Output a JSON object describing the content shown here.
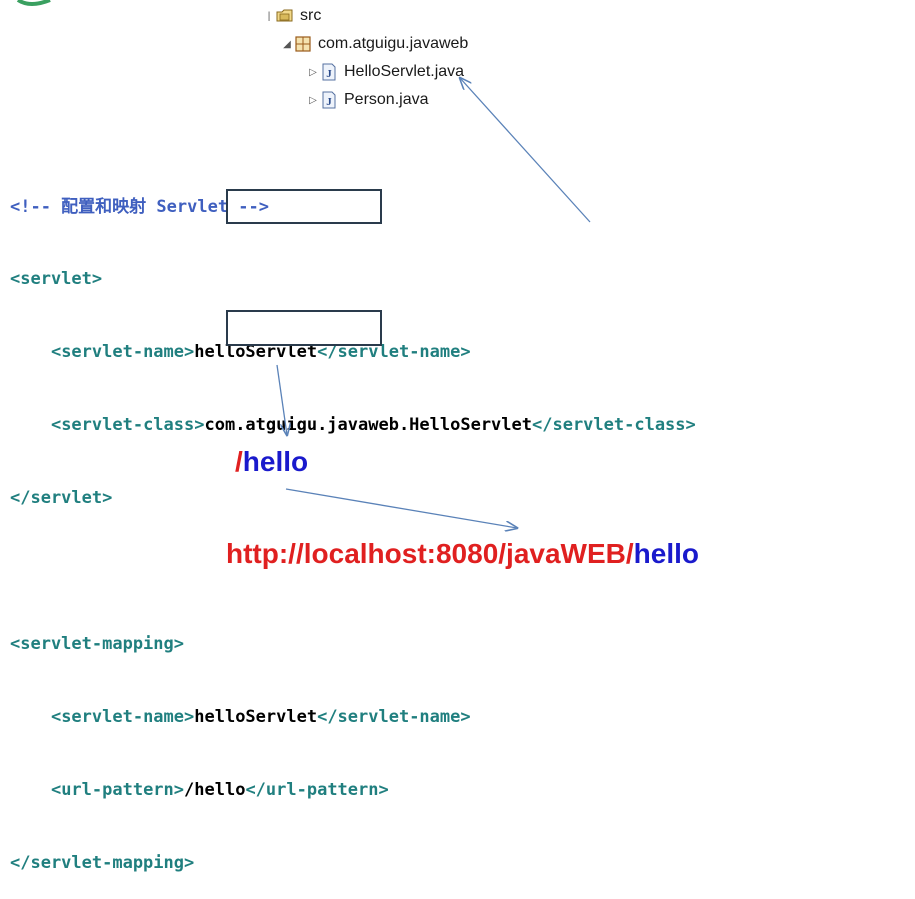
{
  "tree": {
    "src": "src",
    "package": "com.atguigu.javaweb",
    "file1": "HelloServlet.java",
    "file2": "Person.java"
  },
  "code": {
    "comment": "<!-- 配置和映射 Servlet -->",
    "servlet_open": "<servlet>",
    "sn_open": "<servlet-name>",
    "sn_value": "helloServlet",
    "sn_close": "</servlet-name>",
    "sc_open": "<servlet-class>",
    "sc_value": "com.atguigu.javaweb.HelloServlet",
    "sc_close": "</servlet-class>",
    "servlet_close": "</servlet>",
    "mapping_open": "<servlet-mapping>",
    "sn2_open": "<servlet-name>",
    "sn2_value": "helloServlet",
    "sn2_close": "</servlet-name>",
    "url_open": "<url-pattern>",
    "url_value": "/hello",
    "url_close": "</url-pattern>",
    "mapping_close": "</servlet-mapping>"
  },
  "annotation": {
    "slash": "/",
    "hello": "hello",
    "url_prefix": "http://localhost:8080/javaWEB/",
    "url_suffix": "hello"
  },
  "colors": {
    "tag": "#207f7f",
    "comment": "#3f5fbf",
    "red": "#e02020",
    "blue": "#1a1acc"
  }
}
